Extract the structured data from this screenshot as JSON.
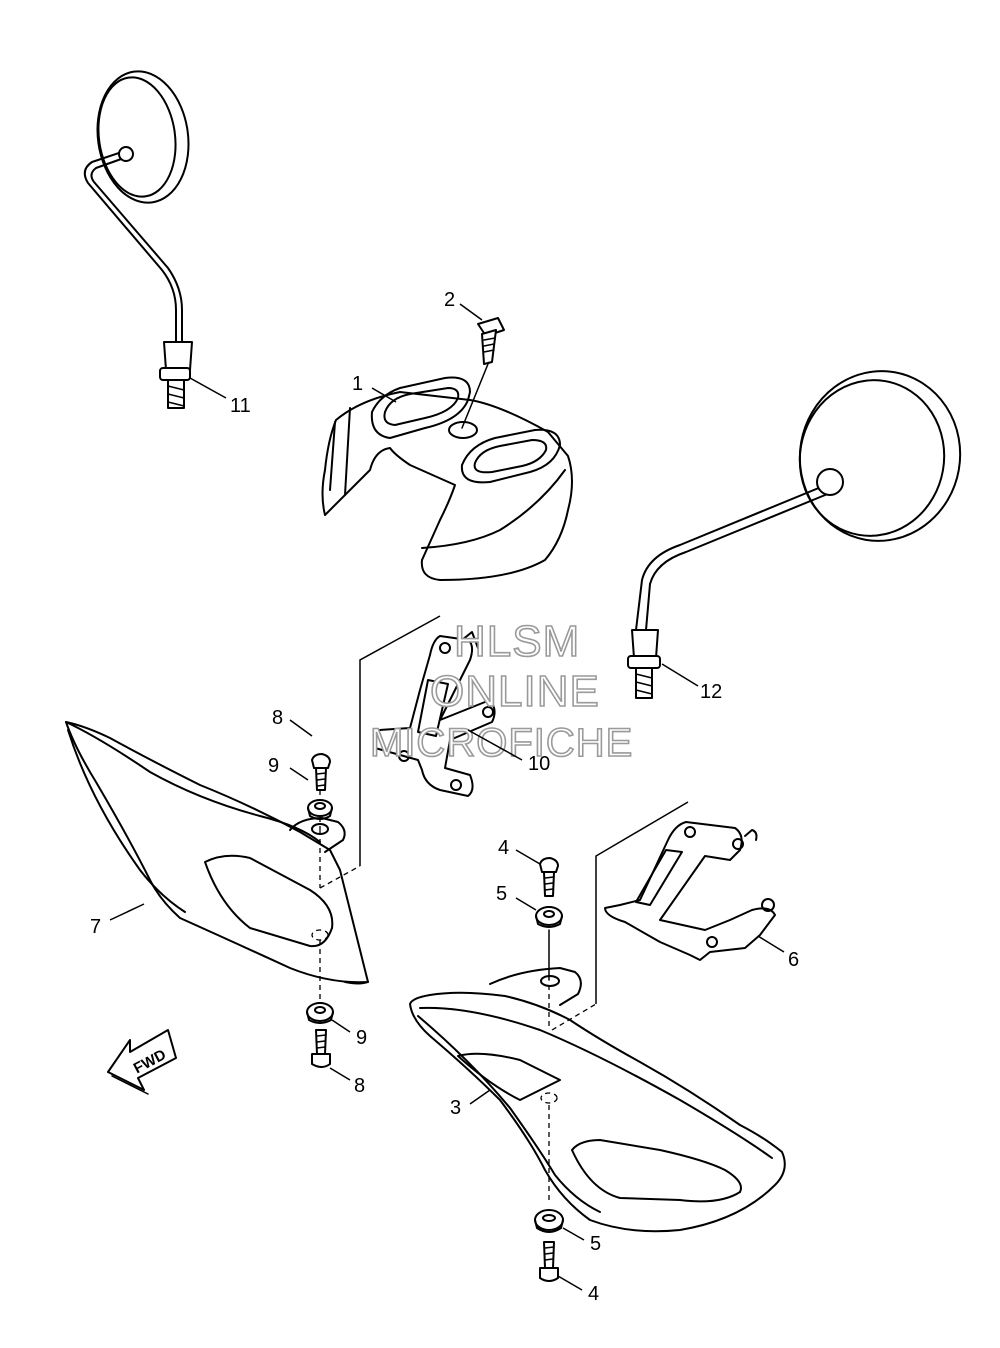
{
  "callouts": {
    "c1": "1",
    "c2": "2",
    "c3": "3",
    "c4a": "4",
    "c4b": "4",
    "c5a": "5",
    "c5b": "5",
    "c6": "6",
    "c7": "7",
    "c8a": "8",
    "c8b": "8",
    "c9a": "9",
    "c9b": "9",
    "c10": "10",
    "c11": "11",
    "c12": "12"
  },
  "watermark": {
    "line1": "HLSM",
    "line2": "ONLINE",
    "line3": "MICROFICHE"
  },
  "direction_arrow": {
    "label": "FWD"
  }
}
